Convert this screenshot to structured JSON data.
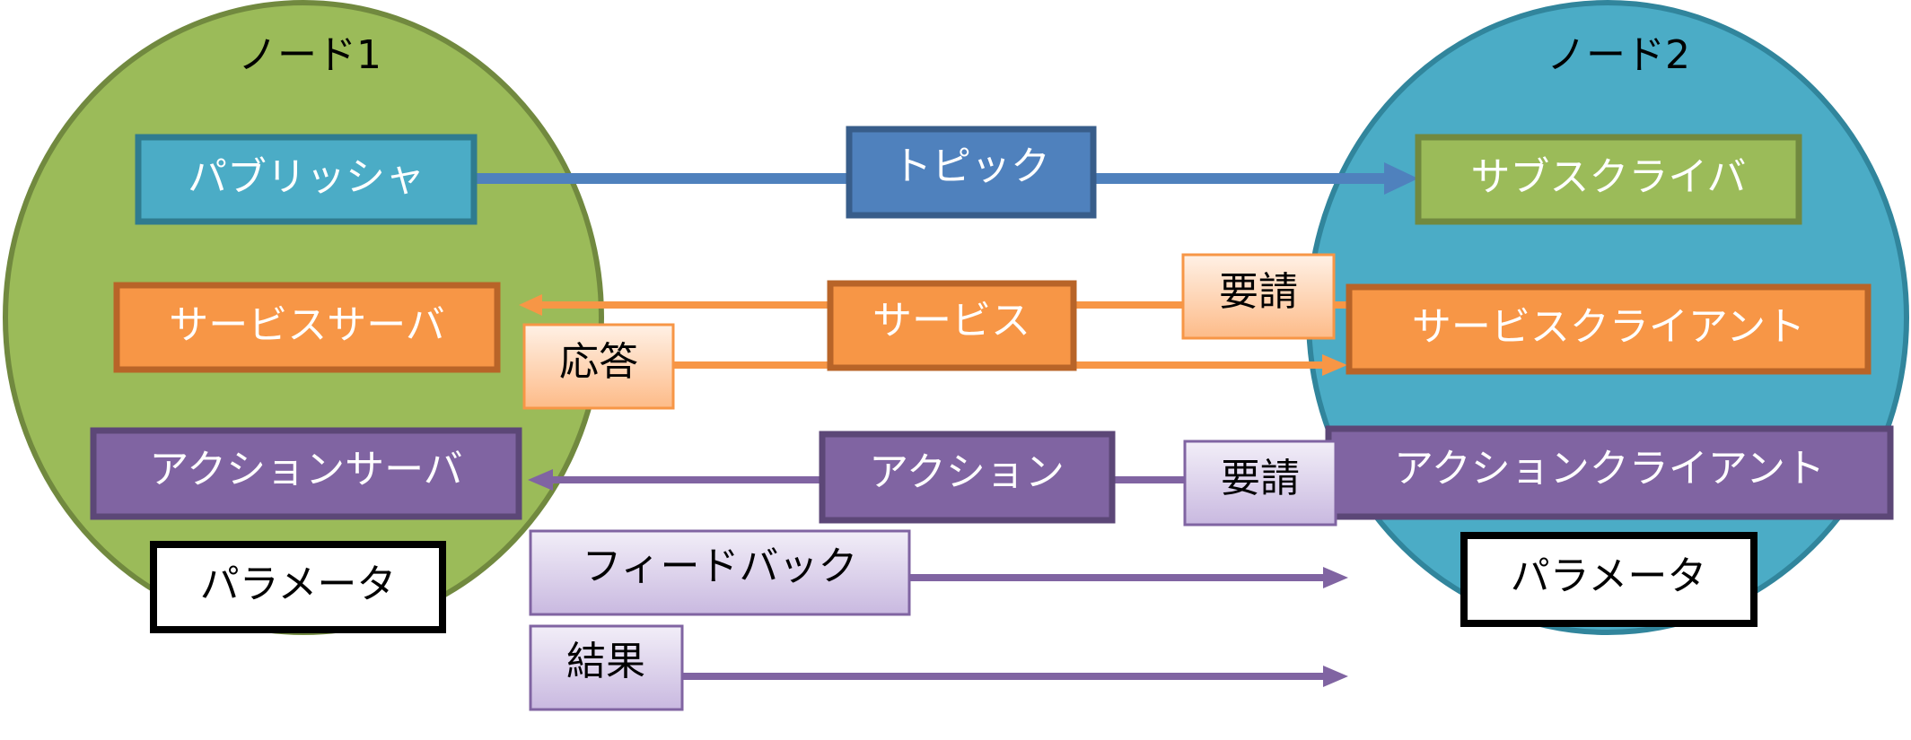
{
  "node1": {
    "label": "ノード1",
    "fill": "#9BBB59",
    "stroke": "#71893F",
    "components": {
      "publisher": "パブリッシャ",
      "service_server": "サービスサーバ",
      "action_server": "アクションサーバ",
      "parameter": "パラメータ"
    }
  },
  "node2": {
    "label": "ノード2",
    "fill": "#4BACC6",
    "stroke": "#31859C",
    "components": {
      "subscriber": "サブスクライバ",
      "service_client": "サービスクライアント",
      "action_client": "アクションクライアント",
      "parameter": "パラメータ"
    }
  },
  "channels": {
    "topic": {
      "label": "トピック",
      "color": "#4F81BD"
    },
    "service": {
      "label": "サービス",
      "color": "#F79646",
      "request": "要請",
      "response": "応答"
    },
    "action": {
      "label": "アクション",
      "color": "#8064A2",
      "request": "要請",
      "feedback": "フィードバック",
      "result": "結果"
    }
  }
}
